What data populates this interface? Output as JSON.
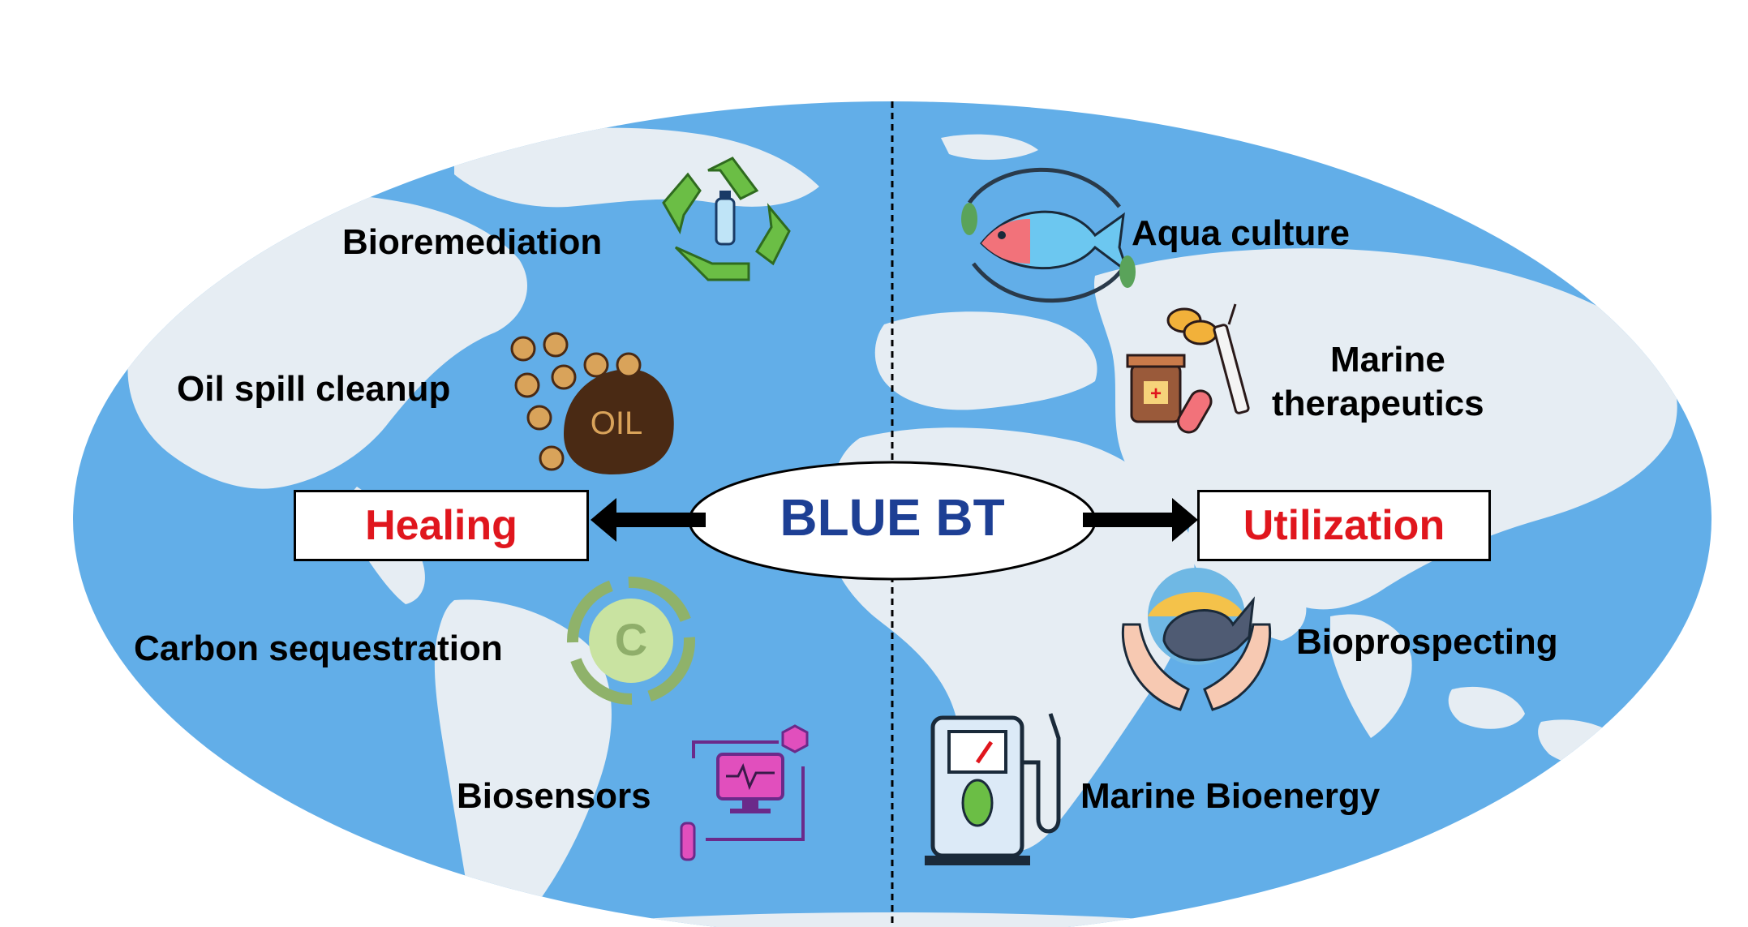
{
  "center": {
    "title": "BLUE BT"
  },
  "branches": {
    "left": {
      "label": "Healing"
    },
    "right": {
      "label": "Utilization"
    }
  },
  "healing_items": [
    {
      "label": "Bioremediation",
      "icon": "recycle-icon"
    },
    {
      "label": "Oil spill cleanup",
      "icon": "oil-drop-icon",
      "icon_text": "OIL"
    },
    {
      "label": "Carbon sequestration",
      "icon": "carbon-cycle-icon",
      "icon_text": "C"
    },
    {
      "label": "Biosensors",
      "icon": "monitor-sensor-icon"
    }
  ],
  "utilization_items": [
    {
      "label": "Aqua culture",
      "icon": "fish-cycle-icon"
    },
    {
      "label_line1": "Marine",
      "label_line2": "therapeutics",
      "icon": "medicine-icon"
    },
    {
      "label": "Bioprospecting",
      "icon": "whale-hands-icon"
    },
    {
      "label": "Marine Bioenergy",
      "icon": "fuel-pump-icon"
    }
  ],
  "colors": {
    "ocean": "#62aee8",
    "land": "#e6edf3",
    "title": "#1d3f94",
    "branch_label": "#e0161d"
  }
}
